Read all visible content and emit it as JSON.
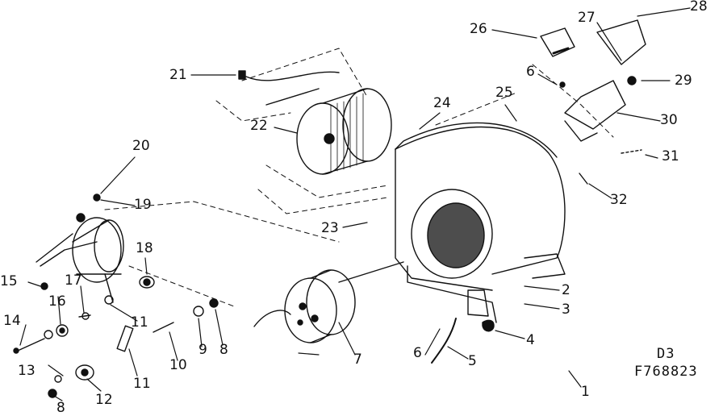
{
  "diagram": {
    "page_code": "D3",
    "figure_code": "F768823",
    "callouts": [
      {
        "id": "c1",
        "text": "1"
      },
      {
        "id": "c2",
        "text": "2"
      },
      {
        "id": "c3",
        "text": "3"
      },
      {
        "id": "c4",
        "text": "4"
      },
      {
        "id": "c5",
        "text": "5"
      },
      {
        "id": "c6a",
        "text": "6"
      },
      {
        "id": "c6b",
        "text": "6"
      },
      {
        "id": "c7",
        "text": "7"
      },
      {
        "id": "c8a",
        "text": "8"
      },
      {
        "id": "c8b",
        "text": "8"
      },
      {
        "id": "c9",
        "text": "9"
      },
      {
        "id": "c10",
        "text": "10"
      },
      {
        "id": "c11a",
        "text": "11"
      },
      {
        "id": "c11b",
        "text": "11"
      },
      {
        "id": "c12",
        "text": "12"
      },
      {
        "id": "c13",
        "text": "13"
      },
      {
        "id": "c14",
        "text": "14"
      },
      {
        "id": "c15",
        "text": "15"
      },
      {
        "id": "c16",
        "text": "16"
      },
      {
        "id": "c17",
        "text": "17"
      },
      {
        "id": "c18",
        "text": "18"
      },
      {
        "id": "c19",
        "text": "19"
      },
      {
        "id": "c20",
        "text": "20"
      },
      {
        "id": "c21",
        "text": "21"
      },
      {
        "id": "c22",
        "text": "22"
      },
      {
        "id": "c23",
        "text": "23"
      },
      {
        "id": "c24",
        "text": "24"
      },
      {
        "id": "c25",
        "text": "25"
      },
      {
        "id": "c26",
        "text": "26"
      },
      {
        "id": "c27",
        "text": "27"
      },
      {
        "id": "c28",
        "text": "28"
      },
      {
        "id": "c29",
        "text": "29"
      },
      {
        "id": "c30",
        "text": "30"
      },
      {
        "id": "c31",
        "text": "31"
      },
      {
        "id": "c32",
        "text": "32"
      }
    ]
  }
}
